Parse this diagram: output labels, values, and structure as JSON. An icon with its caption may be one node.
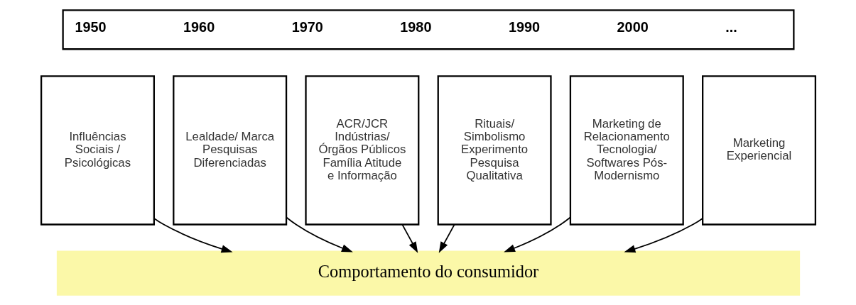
{
  "diagram": {
    "nodes": [
      {
        "text": [
          "1950",
          "1960",
          "1970",
          "1980",
          "1990",
          "2000",
          "..."
        ]
      },
      {
        "text": [
          "Influências Sociais / Psicológicas"
        ]
      },
      {
        "text": [
          "Lealdade/ Marca Pesquisas Diferenciadas"
        ]
      },
      {
        "text": [
          "ACR/JCR Indústrias/ Órgãos Públicos Família Atitude e Informação"
        ]
      },
      {
        "text": [
          "Rituais/ Simbolismo Experimento Pesquisa Qualitativa"
        ]
      },
      {
        "text": [
          "Marketing de Relacionamento Tecnologia/ Softwares Pós-Modernismo"
        ]
      },
      {
        "text": [
          "Marketing Experiencial"
        ]
      },
      {
        "text": [
          "Comportamento do consumidor"
        ]
      }
    ],
    "edges": [
      {
        "from": 1,
        "to": 7,
        "arrow": "to"
      },
      {
        "from": 2,
        "to": 7,
        "arrow": "to"
      },
      {
        "from": 3,
        "to": 7,
        "arrow": "to"
      },
      {
        "from": 4,
        "to": 7,
        "arrow": "to"
      },
      {
        "from": 5,
        "to": 7,
        "arrow": "to"
      },
      {
        "from": 6,
        "to": 7,
        "arrow": "to"
      }
    ]
  }
}
